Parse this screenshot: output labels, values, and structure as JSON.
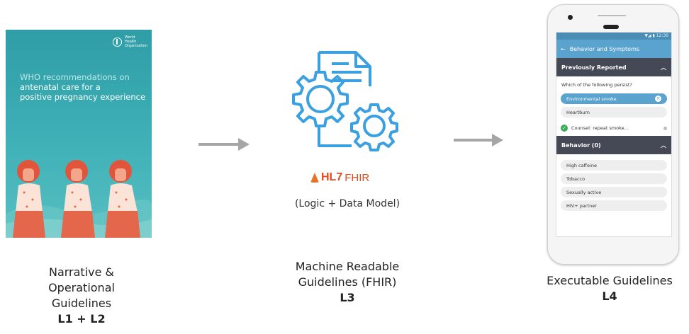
{
  "cover": {
    "org": "World Health Organization",
    "title_line1": "WHO recommendations on",
    "title_line2": "antenatal care for a",
    "title_line3": "positive pregnancy experience",
    "colors": {
      "teal": "#3fb1b7",
      "skin": "#f4a68a",
      "hair": "#e2553d",
      "skirt": "#e4674c"
    }
  },
  "stages": [
    {
      "caption_lines": [
        "Narrative &",
        "Operational",
        "Guidelines"
      ],
      "level": "L1 + L2"
    },
    {
      "caption_lines": [
        "Machine Readable",
        "Guidelines (FHIR)"
      ],
      "level": "L3"
    },
    {
      "caption_lines": [
        "Executable Guidelines"
      ],
      "level": "L4"
    }
  ],
  "fhir": {
    "logo_hl7": "HL7",
    "logo_fhir": "FHIR",
    "subtitle": "(Logic + Data Model)",
    "icon": "document-gears-icon",
    "icon_color": "#3aa0e0"
  },
  "phone": {
    "status": "▼◢ ▮ 12:30",
    "app_title": "Behavior and Symptoms",
    "section1": "Previously Reported",
    "question": "Which of the following persist?",
    "chips1": [
      "Environmental smoke",
      "Heartburn"
    ],
    "counsel": "Counsel: repeat smoke...",
    "section2": "Behavior (0)",
    "chips2": [
      "High caffeine",
      "Tobacco",
      "Sexually active",
      "HIV+ partner"
    ]
  }
}
